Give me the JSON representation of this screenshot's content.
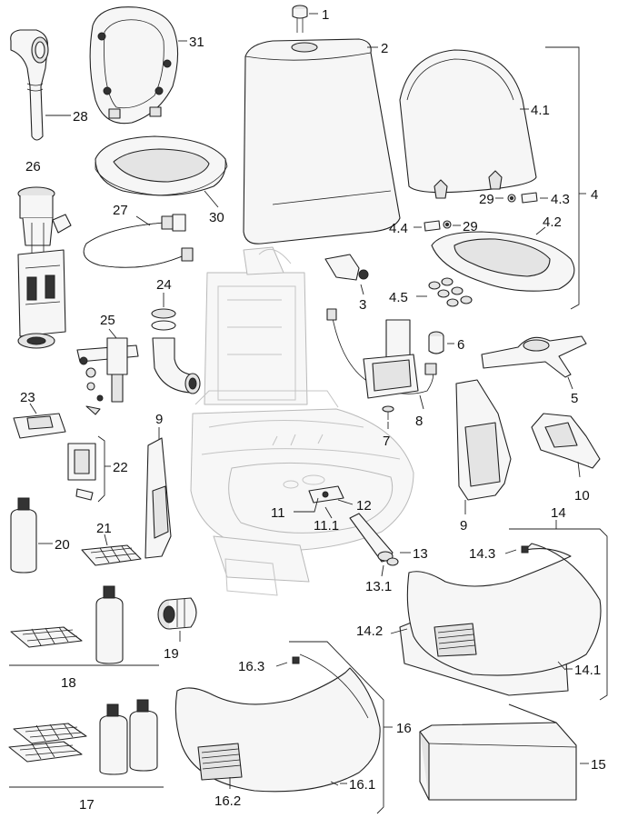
{
  "labels": {
    "l1": "1",
    "l2": "2",
    "l3": "3",
    "l4": "4",
    "l4_1": "4.1",
    "l4_2": "4.2",
    "l4_3": "4.3",
    "l4_4": "4.4",
    "l4_5": "4.5",
    "l5": "5",
    "l6": "6",
    "l7": "7",
    "l8": "8",
    "l9a": "9",
    "l9b": "9",
    "l10": "10",
    "l11": "11",
    "l11_1": "11.1",
    "l12": "12",
    "l13": "13",
    "l13_1": "13.1",
    "l14": "14",
    "l14_1": "14.1",
    "l14_2": "14.2",
    "l14_3": "14.3",
    "l15": "15",
    "l16": "16",
    "l16_1": "16.1",
    "l16_2": "16.2",
    "l16_3": "16.3",
    "l17": "17",
    "l18": "18",
    "l19": "19",
    "l20": "20",
    "l21": "21",
    "l22": "22",
    "l23": "23",
    "l24": "24",
    "l25": "25",
    "l26": "26",
    "l27": "27",
    "l28": "28",
    "l29a": "29",
    "l29b": "29",
    "l30": "30",
    "l31": "31"
  }
}
